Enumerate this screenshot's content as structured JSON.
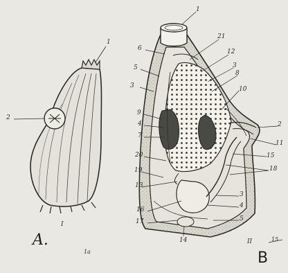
{
  "panels": {
    "A": {
      "panel_letter": "A.",
      "roman": "I",
      "sublabel": "1a",
      "labels": [
        "1",
        "2"
      ]
    },
    "B": {
      "panel_letter": "B",
      "roman": "II",
      "sublabel": "15",
      "labels": [
        "1",
        "21",
        "6",
        "12",
        "5",
        "3",
        "8",
        "10",
        "3",
        "9",
        "4",
        "7",
        "2",
        "11",
        "20",
        "15",
        "18",
        "19",
        "13",
        "3",
        "4",
        "16",
        "17",
        "5",
        "14"
      ]
    }
  },
  "colors": {
    "background": "#e9e8e2",
    "ink": "#2a2a28",
    "pharynx_fill": "#f4f2ea",
    "gonad_fill": "#4a4a45",
    "tunic_fill": "#d8d6cd"
  }
}
